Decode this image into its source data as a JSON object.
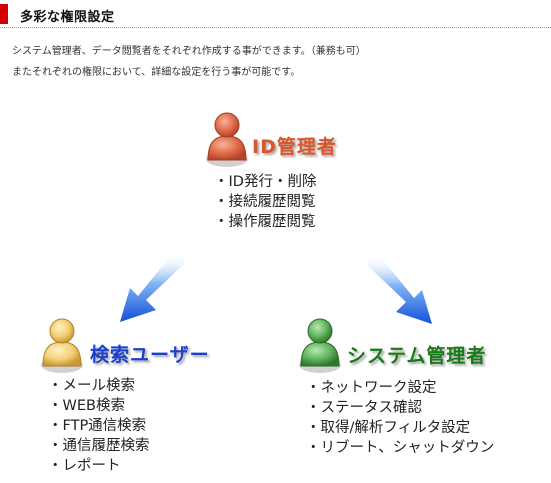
{
  "header": {
    "title": "多彩な権限設定",
    "accent_color": "#d40000"
  },
  "description": {
    "line1": "システム管理者、データ閲覧者をそれぞれ作成する事ができます。（兼務も可）",
    "line2": "またそれぞれの権限において、詳細な設定を行う事が可能です。"
  },
  "roles": {
    "id_admin": {
      "title": "ID管理者",
      "color": "#d9552a",
      "icon": "user-icon",
      "items": [
        "ID発行・削除",
        "接続履歴閲覧",
        "操作履歴閲覧"
      ]
    },
    "search_user": {
      "title": "検索ユーザー",
      "color": "#1c3fd0",
      "icon": "user-icon",
      "items": [
        "メール検索",
        "WEB検索",
        "FTP通信検索",
        "通信履歴検索",
        "レポート"
      ]
    },
    "system_admin": {
      "title": "システム管理者",
      "color": "#1a7a1a",
      "icon": "user-icon",
      "items": [
        "ネットワーク設定",
        "ステータス確認",
        "取得/解析フィルタ設定",
        "リブート、シャットダウン"
      ]
    }
  },
  "arrows": {
    "color": "#1e6ae0",
    "icon": "arrow-down-icon"
  }
}
